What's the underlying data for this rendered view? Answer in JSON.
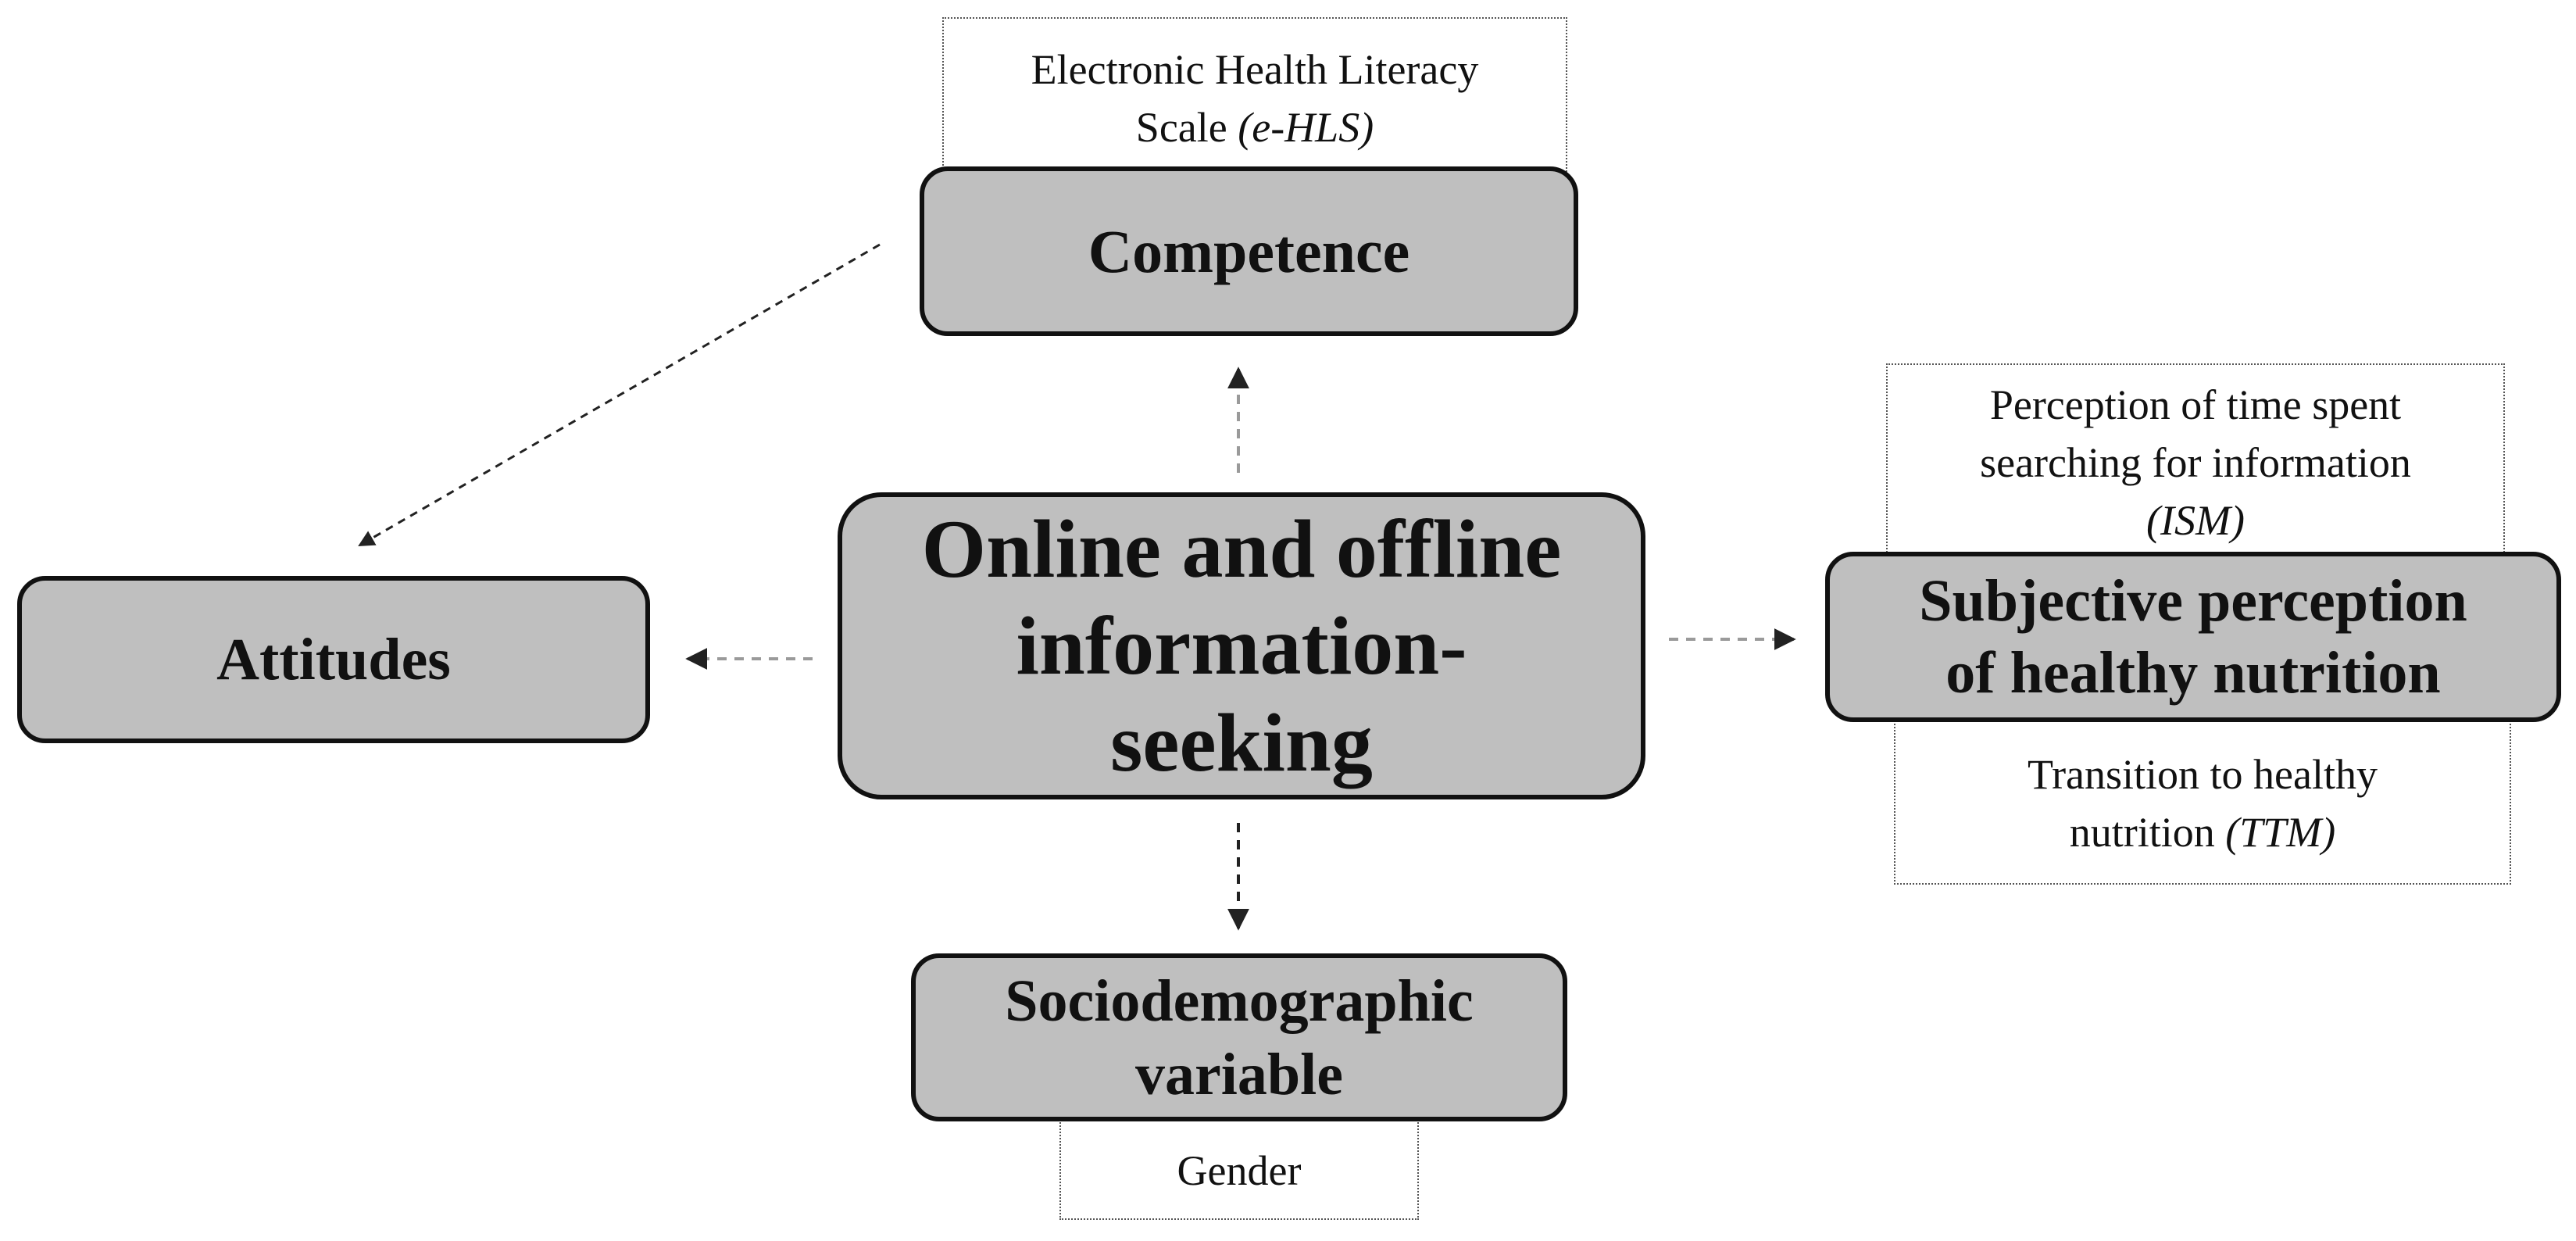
{
  "nodes": {
    "competence": {
      "label": "Competence"
    },
    "central": {
      "lines": [
        "Online and offline",
        "information-",
        "seeking"
      ]
    },
    "attitudes": {
      "label": "Attitudes"
    },
    "subjective": {
      "lines": [
        "Subjective perception",
        "of healthy nutrition"
      ]
    },
    "sociodemographic": {
      "lines": [
        "Sociodemographic",
        "variable"
      ]
    }
  },
  "notes": {
    "ehls": {
      "lines": [
        "Electronic Health Literacy"
      ],
      "prefix": "Scale ",
      "abbr": "(e-HLS)"
    },
    "ism": {
      "lines": [
        "Perception of time spent",
        "searching for information"
      ],
      "abbr": "(ISM)"
    },
    "ttm": {
      "lines": [
        "Transition to healthy"
      ],
      "prefix": "nutrition ",
      "abbr": "(TTM)"
    },
    "gender": {
      "label": "Gender"
    }
  },
  "colors": {
    "node_fill": "#bfbfbf",
    "node_border": "#111111",
    "arrow_dark": "#222222",
    "arrow_light": "#9a9a9a"
  }
}
